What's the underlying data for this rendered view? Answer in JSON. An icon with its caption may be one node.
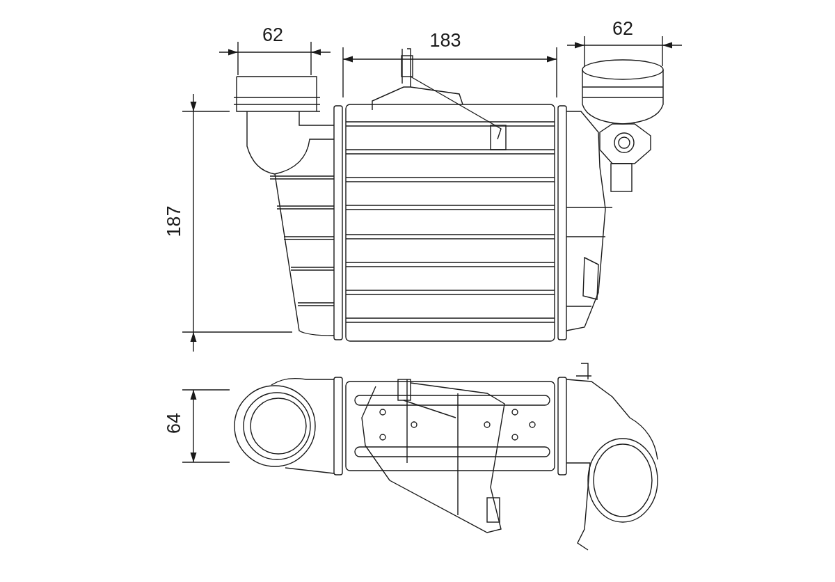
{
  "diagram": {
    "labels": [
      "62",
      "183",
      "62",
      "187",
      "64"
    ]
  }
}
